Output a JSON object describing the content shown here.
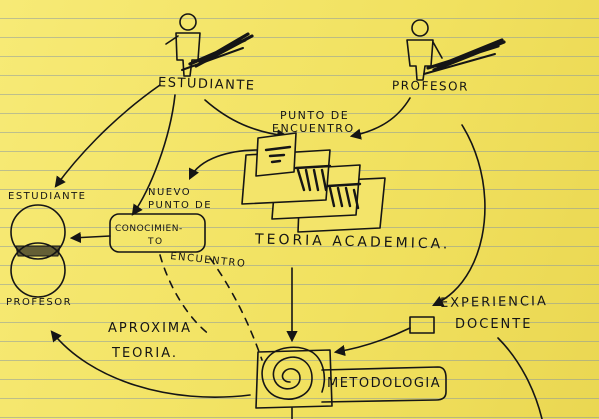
{
  "labels": {
    "estudiante_top": "ESTUDIANTE",
    "profesor_top": "PROFESOR",
    "punto_encuentro_1": "PUNTO DE",
    "punto_encuentro_2": "ENCUENTRO",
    "estudiante_left": "ESTUDIANTE",
    "profesor_left": "PROFESOR",
    "nuevo_punto_1": "NUEVO",
    "nuevo_punto_2": "PUNTO DE",
    "conocimiento_1": "CONOCIMIEN-",
    "conocimiento_2": "TO",
    "encuentro_low": "ENCUENTRO",
    "teoria_academica": "TEORIA ACADEMICA.",
    "aproxima_1": "APROXIMA",
    "aproxima_2": "TEORIA.",
    "experiencia_1": "EXPERIENCIA",
    "experiencia_2": "DOCENTE",
    "metodologia": "METODOLOGIA"
  },
  "colors": {
    "paper": "#f3e46a",
    "ink": "#151515",
    "rule_lines": "#7a8caa"
  }
}
